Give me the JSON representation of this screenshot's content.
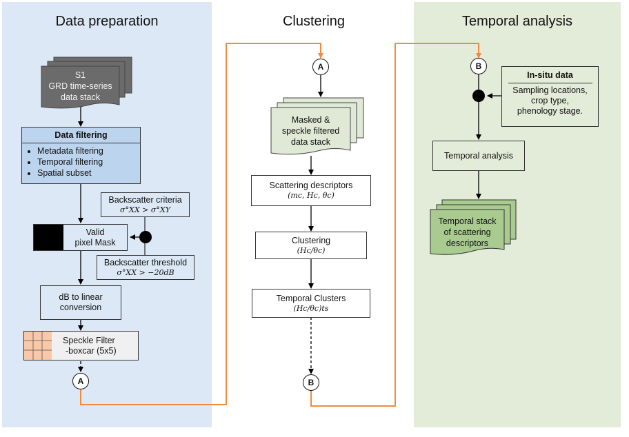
{
  "panels": {
    "preparation": {
      "title": "Data preparation",
      "bg": "#dce8f5"
    },
    "clustering": {
      "title": "Clustering",
      "bg": "#ffffff"
    },
    "temporal": {
      "title": "Temporal analysis",
      "bg": "#e2ecd8"
    }
  },
  "preparation": {
    "input_stack": {
      "line1": "S1",
      "line2": "GRD time-series",
      "line3": "data stack",
      "color": "#6b6b6b"
    },
    "filtering": {
      "title": "Data filtering",
      "items": [
        "Metadata filtering",
        "Temporal filtering",
        "Spatial subset"
      ],
      "color": "#bcd4ee"
    },
    "criteria": {
      "title": "Backscatter criteria",
      "formula": "σ°XX > σ°XY"
    },
    "threshold": {
      "title": "Backscatter threshold",
      "formula": "σ°XX > −20dB"
    },
    "mask": {
      "line1": "Valid",
      "line2": "pixel Mask"
    },
    "conversion": {
      "line1": "dB to linear",
      "line2": "conversion"
    },
    "speckle": {
      "line1": "Speckle Filter",
      "line2": "-boxcar (5x5)",
      "grid_color": "#f8c8a8"
    },
    "connector": "A"
  },
  "clustering": {
    "connector_in": "A",
    "stack": {
      "line1": "Masked &",
      "line2": "speckle filtered",
      "line3": "data stack",
      "color": "#dfe9d5"
    },
    "descriptors": {
      "title": "Scattering descriptors",
      "formula": "(mc, Hc, θc)"
    },
    "clustering_box": {
      "title": "Clustering",
      "formula": "(Hc/θc)"
    },
    "temporal_clusters": {
      "title": "Temporal Clusters",
      "formula": "(Hc/θc)ts"
    },
    "connector_out": "B"
  },
  "temporal": {
    "connector_in": "B",
    "insitu": {
      "title": "In-situ data",
      "line1": "Sampling locations,",
      "line2": "crop type,",
      "line3": "phenology stage."
    },
    "analysis": {
      "label": "Temporal analysis"
    },
    "output_stack": {
      "line1": "Temporal stack",
      "line2": "of scattering",
      "line3": "descriptors",
      "color": "#a9cb8f"
    }
  },
  "colors": {
    "link": "#f08a3c",
    "arrow": "#000000"
  }
}
